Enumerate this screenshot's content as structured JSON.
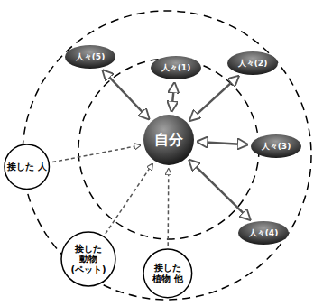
{
  "diagram": {
    "nodes": [
      {
        "text": [
          "人々(5)"
        ]
      },
      {
        "text": [
          "人々(1)"
        ]
      },
      {
        "text": [
          "人々(2)"
        ]
      },
      {
        "text": [
          "自分"
        ]
      },
      {
        "text": [
          "人々(3)"
        ]
      },
      {
        "text": [
          "接した 人"
        ]
      },
      {
        "text": [
          "人々(4)"
        ]
      },
      {
        "text": [
          "接した 動物 (ペット)"
        ]
      },
      {
        "text": [
          "接した 植物 他"
        ]
      }
    ],
    "edges": [
      {
        "from": 3,
        "to": 0,
        "arrow": "both"
      },
      {
        "from": 3,
        "to": 1,
        "arrow": "both"
      },
      {
        "from": 3,
        "to": 2,
        "arrow": "both"
      },
      {
        "from": 3,
        "to": 4,
        "arrow": "both"
      },
      {
        "from": 3,
        "to": 6,
        "arrow": "both"
      },
      {
        "from": 5,
        "to": 3,
        "arrow": "to"
      },
      {
        "from": 7,
        "to": 3,
        "arrow": "to"
      },
      {
        "from": 8,
        "to": 3,
        "arrow": "to"
      }
    ]
  }
}
